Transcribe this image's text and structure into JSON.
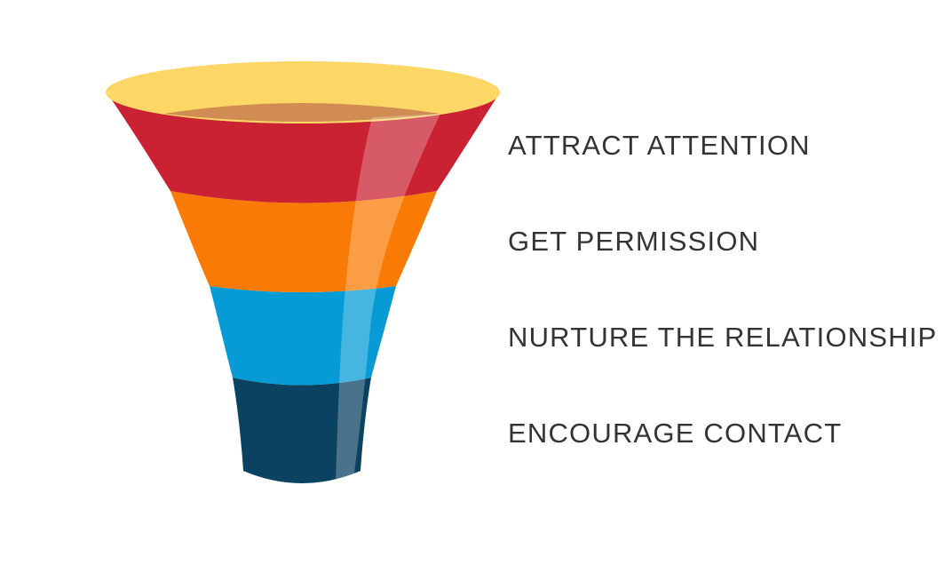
{
  "diagram": {
    "type": "funnel",
    "stages": [
      {
        "label": "ATTRACT ATTENTION",
        "color": "#ca2133"
      },
      {
        "label": "GET PERMISSION",
        "color": "#f97b05"
      },
      {
        "label": "NURTURE THE RELATIONSHIP",
        "color": "#069bd4"
      },
      {
        "label": "ENCOURAGE CONTACT",
        "color": "#0b4262"
      }
    ],
    "rim_color": "#fdd766",
    "inner_color": "#d08c52"
  }
}
